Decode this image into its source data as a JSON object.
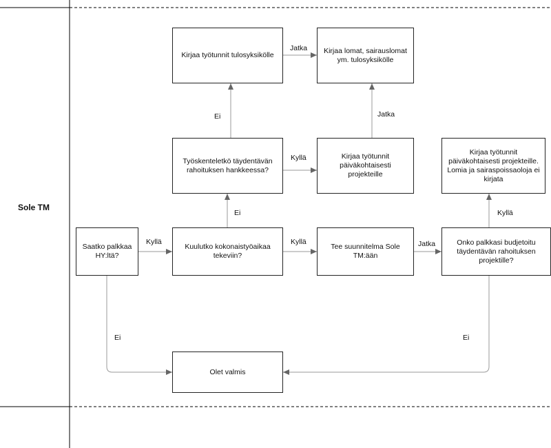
{
  "lane": {
    "label": "Sole TM"
  },
  "nodes": {
    "palkka_hy": "Saatko palkkaa\nHY:ltä?",
    "kokonaistyoaika": "Kuulutko kokonaistyöaikaa\ntekeviin?",
    "suunnitelma": "Tee suunnitelma Sole\nTM:ään",
    "budjetoitu": "Onko palkkasi budjetoitu\ntäydentävän rahoituksen\nprojektille?",
    "taydentava_hanke": "Työskenteletkö täydentävän\nrahoituksen hankkeessa?",
    "paivakohtaisesti_1": "Kirjaa työtunnit\npäiväkohtaisesti projekteille",
    "paivakohtaisesti_2": "Kirjaa työtunnit\npäiväkohtaisesti projekteille.\nLomia ja sairaspoissaoloja ei\nkirjata",
    "tulosyksikolle": "Kirjaa työtunnit tulosyksikölle",
    "lomat": "Kirjaa lomat, sairauslomat\nym. tulosyksikölle",
    "valmis": "Olet valmis"
  },
  "edge_labels": {
    "hy_to_kokonais": "Kyllä",
    "hy_to_valmis": "Ei",
    "kokonais_to_suunnitelma": "Kyllä",
    "kokonais_to_hanke": "Ei",
    "suunnitelma_to_budjetoitu": "Jatka",
    "budjetoitu_to_paiva2": "Kyllä",
    "budjetoitu_to_valmis": "Ei",
    "hanke_to_paiva1": "Kyllä",
    "hanke_to_tulos": "Ei",
    "paiva1_to_lomat": "Jatka",
    "tulos_to_lomat": "Jatka"
  },
  "colors": {
    "border": "#222222",
    "connector": "#999999",
    "arrow_head": "#666666",
    "lane_line": "#000000"
  }
}
